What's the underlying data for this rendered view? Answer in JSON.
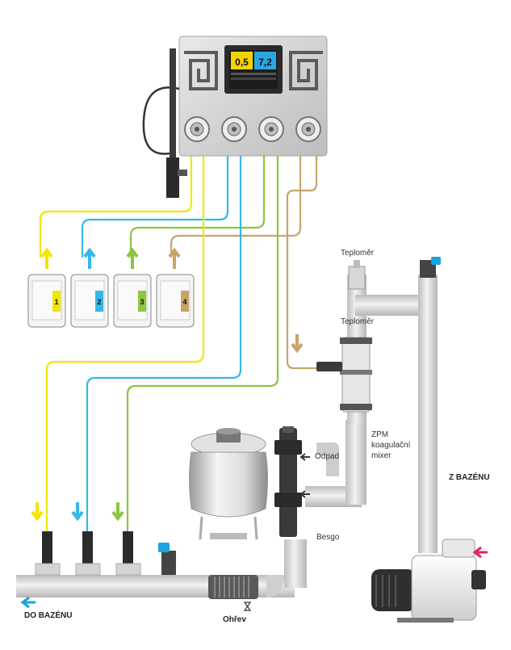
{
  "labels": {
    "teplomer_top": "Teploměr",
    "teplomer_mid": "Teploměr",
    "zpm": "ZPM",
    "koagulacni": "koagulační",
    "mixer": "mixer",
    "odpad": "Odpad",
    "besgo": "Besgo",
    "ohrev": "Ohřev",
    "z_bazenu": "Z BAZÉNU",
    "do_bazenu": "DO BAZÉNU"
  },
  "controller": {
    "screen_value_left": "0,5",
    "screen_value_right": "7,2"
  },
  "canisters": [
    {
      "number": "1",
      "color": "#f2e600"
    },
    {
      "number": "2",
      "color": "#35b7e8"
    },
    {
      "number": "3",
      "color": "#8cc63f"
    },
    {
      "number": "4",
      "color": "#c8a46a"
    }
  ],
  "colors": {
    "yellow": "#f2e600",
    "blue": "#35b7e8",
    "green": "#8cc63f",
    "tan": "#c8a46a",
    "pipe": "#d9d9d9",
    "accent_blue": "#1aa3dd",
    "accent_red": "#e0245e"
  }
}
